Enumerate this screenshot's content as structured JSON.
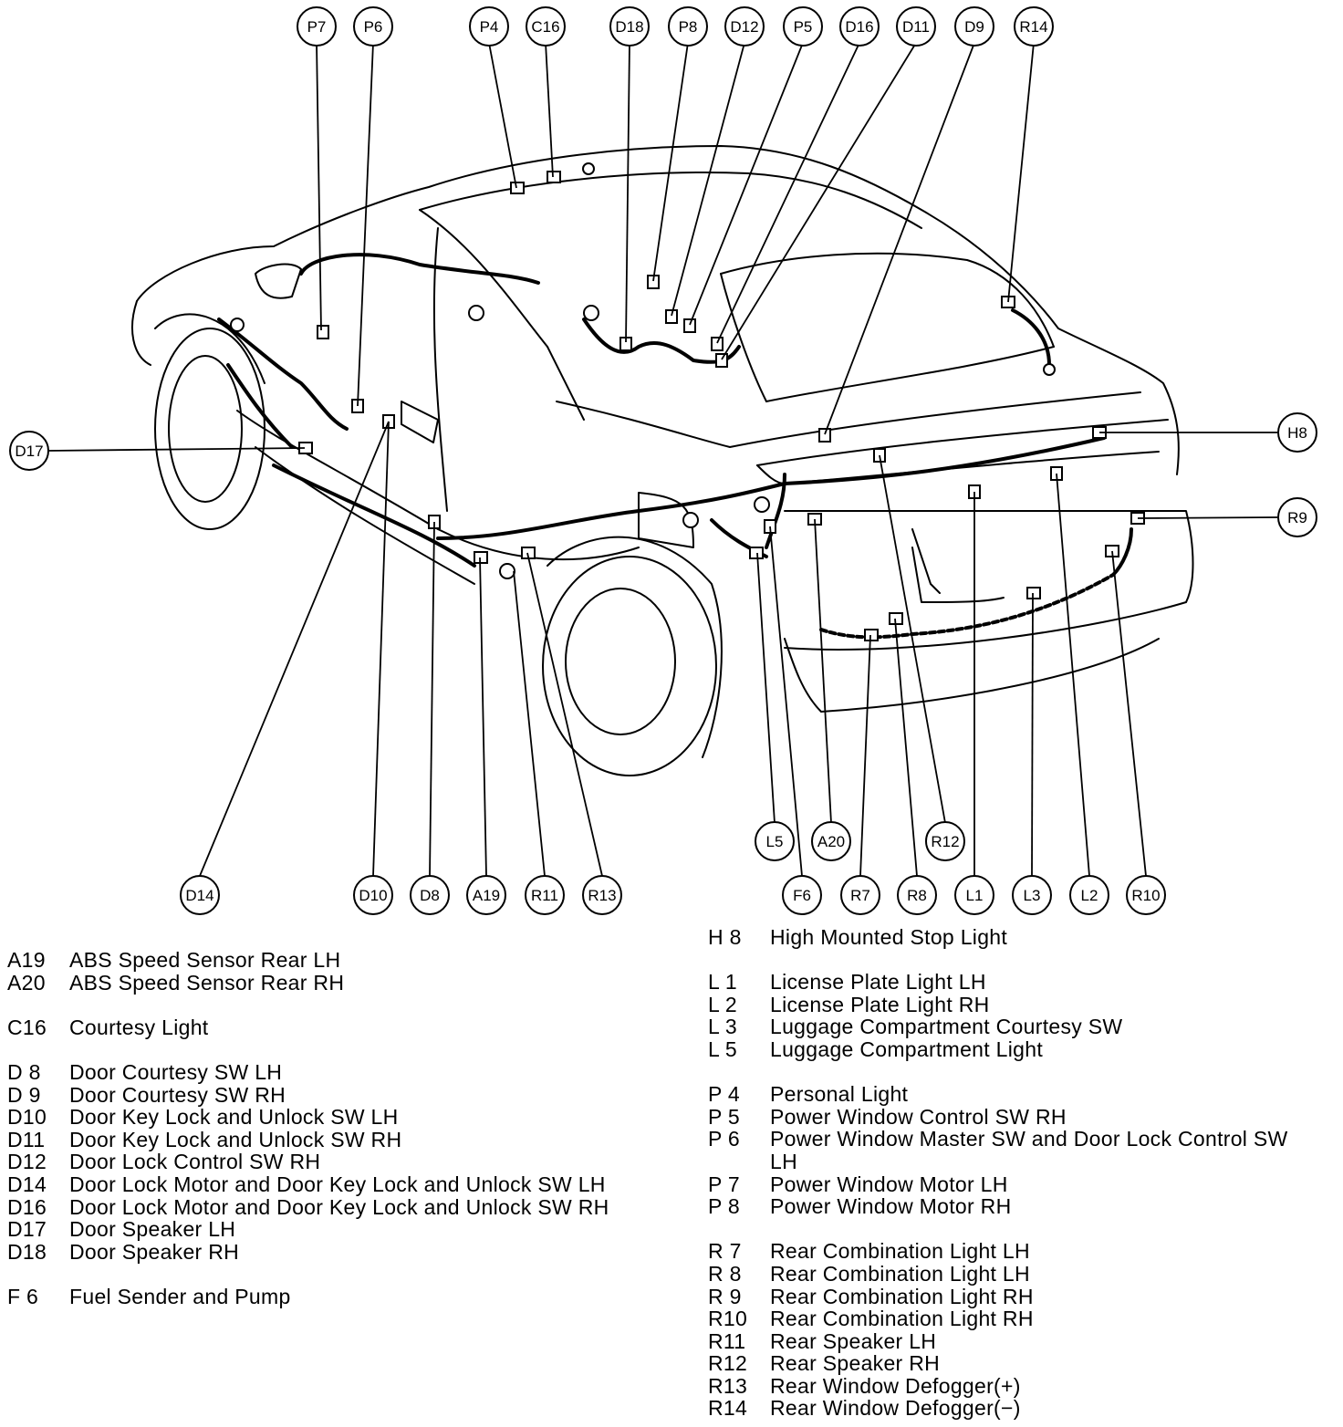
{
  "callouts": {
    "P7": "P7",
    "P6": "P6",
    "P4": "P4",
    "C16": "C16",
    "D18": "D18",
    "P8": "P8",
    "D12": "D12",
    "P5": "P5",
    "D16": "D16",
    "D11": "D11",
    "D9": "D9",
    "R14": "R14",
    "D17": "D17",
    "H8": "H8",
    "R9": "R9",
    "L5": "L5",
    "A20": "A20",
    "R12": "R12",
    "D14": "D14",
    "D10": "D10",
    "D8": "D8",
    "A19": "A19",
    "R11": "R11",
    "R13": "R13",
    "F6": "F6",
    "R7": "R7",
    "R8": "R8",
    "L1": "L1",
    "L3": "L3",
    "L2": "L2",
    "R10": "R10"
  },
  "legend_left": [
    {
      "code": "A19",
      "desc": "ABS Speed Sensor Rear LH"
    },
    {
      "code": "A20",
      "desc": "ABS Speed Sensor Rear RH"
    },
    {
      "code": "C16",
      "desc": "Courtesy Light"
    },
    {
      "code": "D 8",
      "desc": "Door Courtesy SW LH"
    },
    {
      "code": "D 9",
      "desc": "Door Courtesy SW RH"
    },
    {
      "code": "D10",
      "desc": "Door Key Lock and Unlock SW LH"
    },
    {
      "code": "D11",
      "desc": "Door Key Lock and Unlock SW RH"
    },
    {
      "code": "D12",
      "desc": "Door Lock Control SW RH"
    },
    {
      "code": "D14",
      "desc": "Door Lock Motor and Door Key Lock and Unlock SW LH"
    },
    {
      "code": "D16",
      "desc": "Door Lock Motor and Door Key Lock and Unlock SW RH"
    },
    {
      "code": "D17",
      "desc": "Door Speaker LH"
    },
    {
      "code": "D18",
      "desc": "Door Speaker RH"
    },
    {
      "code": "F 6",
      "desc": "Fuel Sender and Pump"
    }
  ],
  "legend_right": [
    {
      "code": "H 8",
      "desc": "High Mounted Stop Light"
    },
    {
      "code": "L 1",
      "desc": "License Plate Light LH"
    },
    {
      "code": "L 2",
      "desc": "License Plate Light RH"
    },
    {
      "code": "L 3",
      "desc": "Luggage Compartment Courtesy SW"
    },
    {
      "code": "L 5",
      "desc": "Luggage Compartment Light"
    },
    {
      "code": "P 4",
      "desc": "Personal Light"
    },
    {
      "code": "P 5",
      "desc": "Power Window Control SW RH"
    },
    {
      "code": "P 6",
      "desc": "Power Window Master SW and Door Lock Control SW LH"
    },
    {
      "code": "P 7",
      "desc": "Power Window Motor LH"
    },
    {
      "code": "P 8",
      "desc": "Power Window Motor RH"
    },
    {
      "code": "R 7",
      "desc": "Rear Combination Light LH"
    },
    {
      "code": "R 8",
      "desc": "Rear Combination Light LH"
    },
    {
      "code": "R 9",
      "desc": "Rear Combination Light RH"
    },
    {
      "code": "R10",
      "desc": "Rear Combination Light RH"
    },
    {
      "code": "R11",
      "desc": "Rear Speaker LH"
    },
    {
      "code": "R12",
      "desc": "Rear Speaker RH"
    },
    {
      "code": "R13",
      "desc": "Rear Window Defogger(+)"
    },
    {
      "code": "R14",
      "desc": "Rear Window Defogger(−)"
    }
  ]
}
